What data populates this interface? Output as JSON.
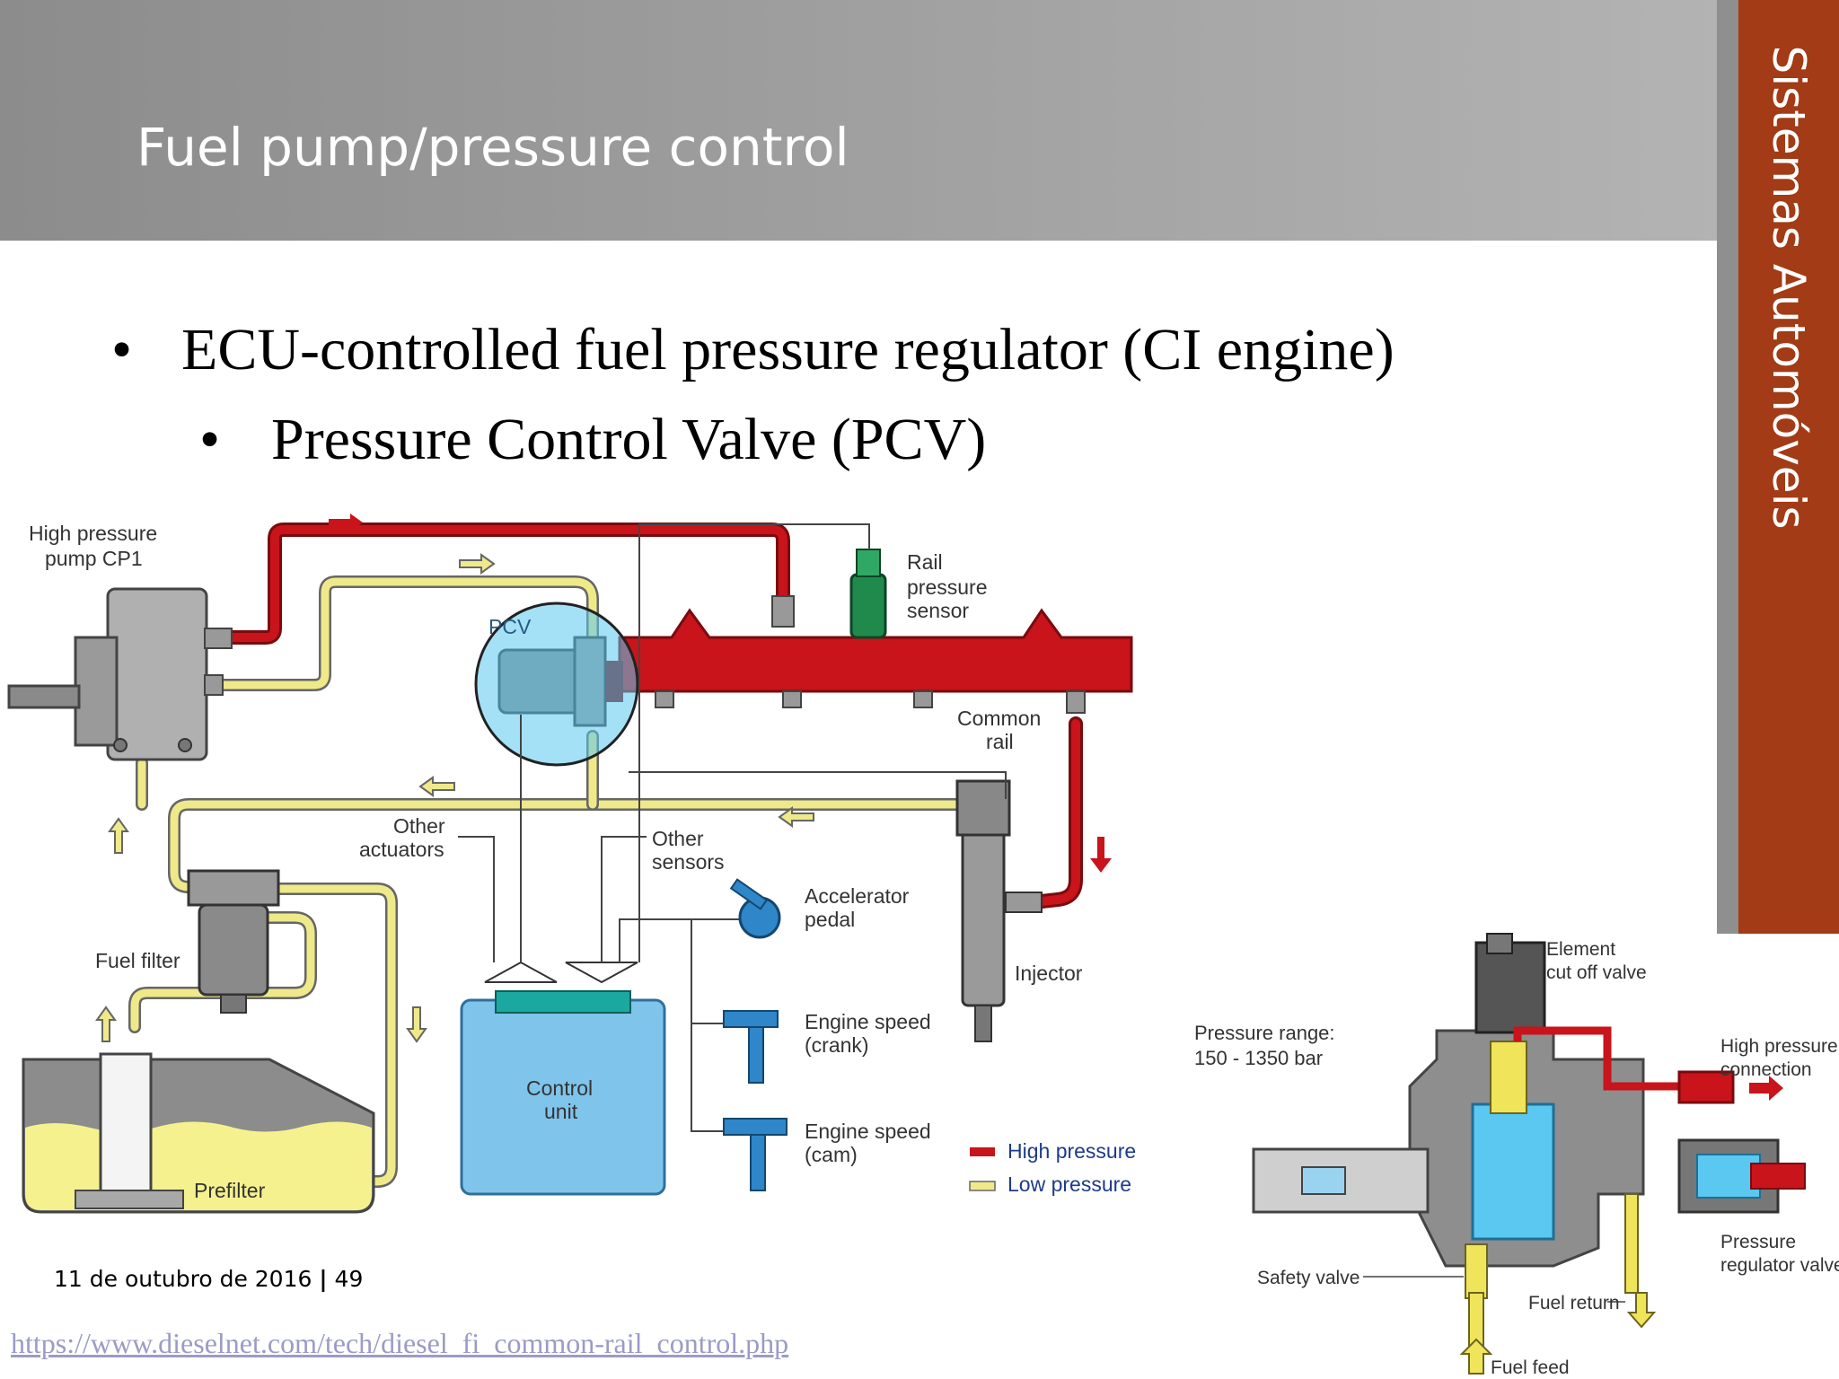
{
  "slide": {
    "title": "Fuel pump/pressure control",
    "side_title": "Sistemas Automóveis",
    "bullet_1": "ECU-controlled fuel pressure regulator (CI engine)",
    "bullet_2": "Pressure Control Valve (PCV)",
    "bullet_symbol": "•",
    "date": "11 de outubro de 2016",
    "separator": "|",
    "page_number": "49",
    "source_url": "https://www.dieselnet.com/tech/diesel_fi_common-rail_control.php"
  },
  "diagram_main": {
    "labels": {
      "pump_1": "High pressure",
      "pump_2": "pump CP1",
      "pcv": "PCV",
      "rail_sensor_1": "Rail",
      "rail_sensor_2": "pressure",
      "rail_sensor_3": "sensor",
      "common_rail_1": "Common",
      "common_rail_2": "rail",
      "other_actuators_1": "Other",
      "other_actuators_2": "actuators",
      "other_sensors_1": "Other",
      "other_sensors_2": "sensors",
      "accelerator_1": "Accelerator",
      "accelerator_2": "pedal",
      "injector": "Injector",
      "fuel_filter": "Fuel filter",
      "control_unit_1": "Control",
      "control_unit_2": "unit",
      "engine_crank_1": "Engine speed",
      "engine_crank_2": "(crank)",
      "engine_cam_1": "Engine speed",
      "engine_cam_2": "(cam)",
      "prefilter": "Prefilter"
    },
    "legend": {
      "high_pressure": "High pressure",
      "low_pressure": "Low pressure"
    },
    "colors": {
      "high_pressure": "#c8141a",
      "low_pressure": "#efe98a",
      "control_unit": "#7fc4ea",
      "sensor": "#2f86c8",
      "rail_sensor": "#1f8a4c",
      "highlight": "#5ac8f0"
    }
  },
  "diagram_pump": {
    "labels": {
      "element_cutoff_1": "Element",
      "element_cutoff_2": "cut off valve",
      "pressure_range_1": "Pressure range:",
      "pressure_range_2": "150 - 1350 bar",
      "hp_connection_1": "High pressure",
      "hp_connection_2": "connection",
      "safety_valve": "Safety valve",
      "pressure_regulator_1": "Pressure",
      "pressure_regulator_2": "regulator valve",
      "fuel_return": "Fuel return",
      "fuel_feed": "Fuel feed"
    }
  }
}
